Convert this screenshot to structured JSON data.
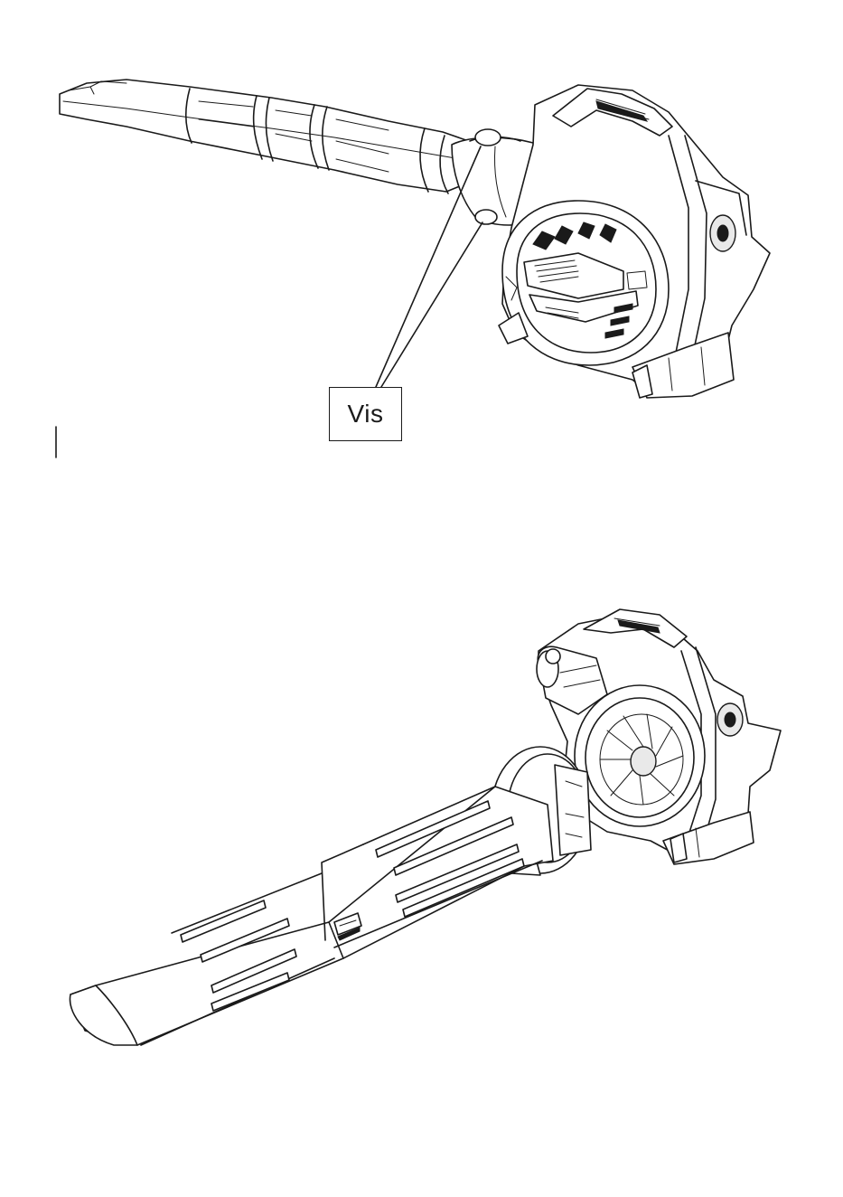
{
  "callout": {
    "label": "Vis"
  },
  "figures": [
    {
      "id": "assembled-blower"
    },
    {
      "id": "blower-tube-removed"
    }
  ]
}
